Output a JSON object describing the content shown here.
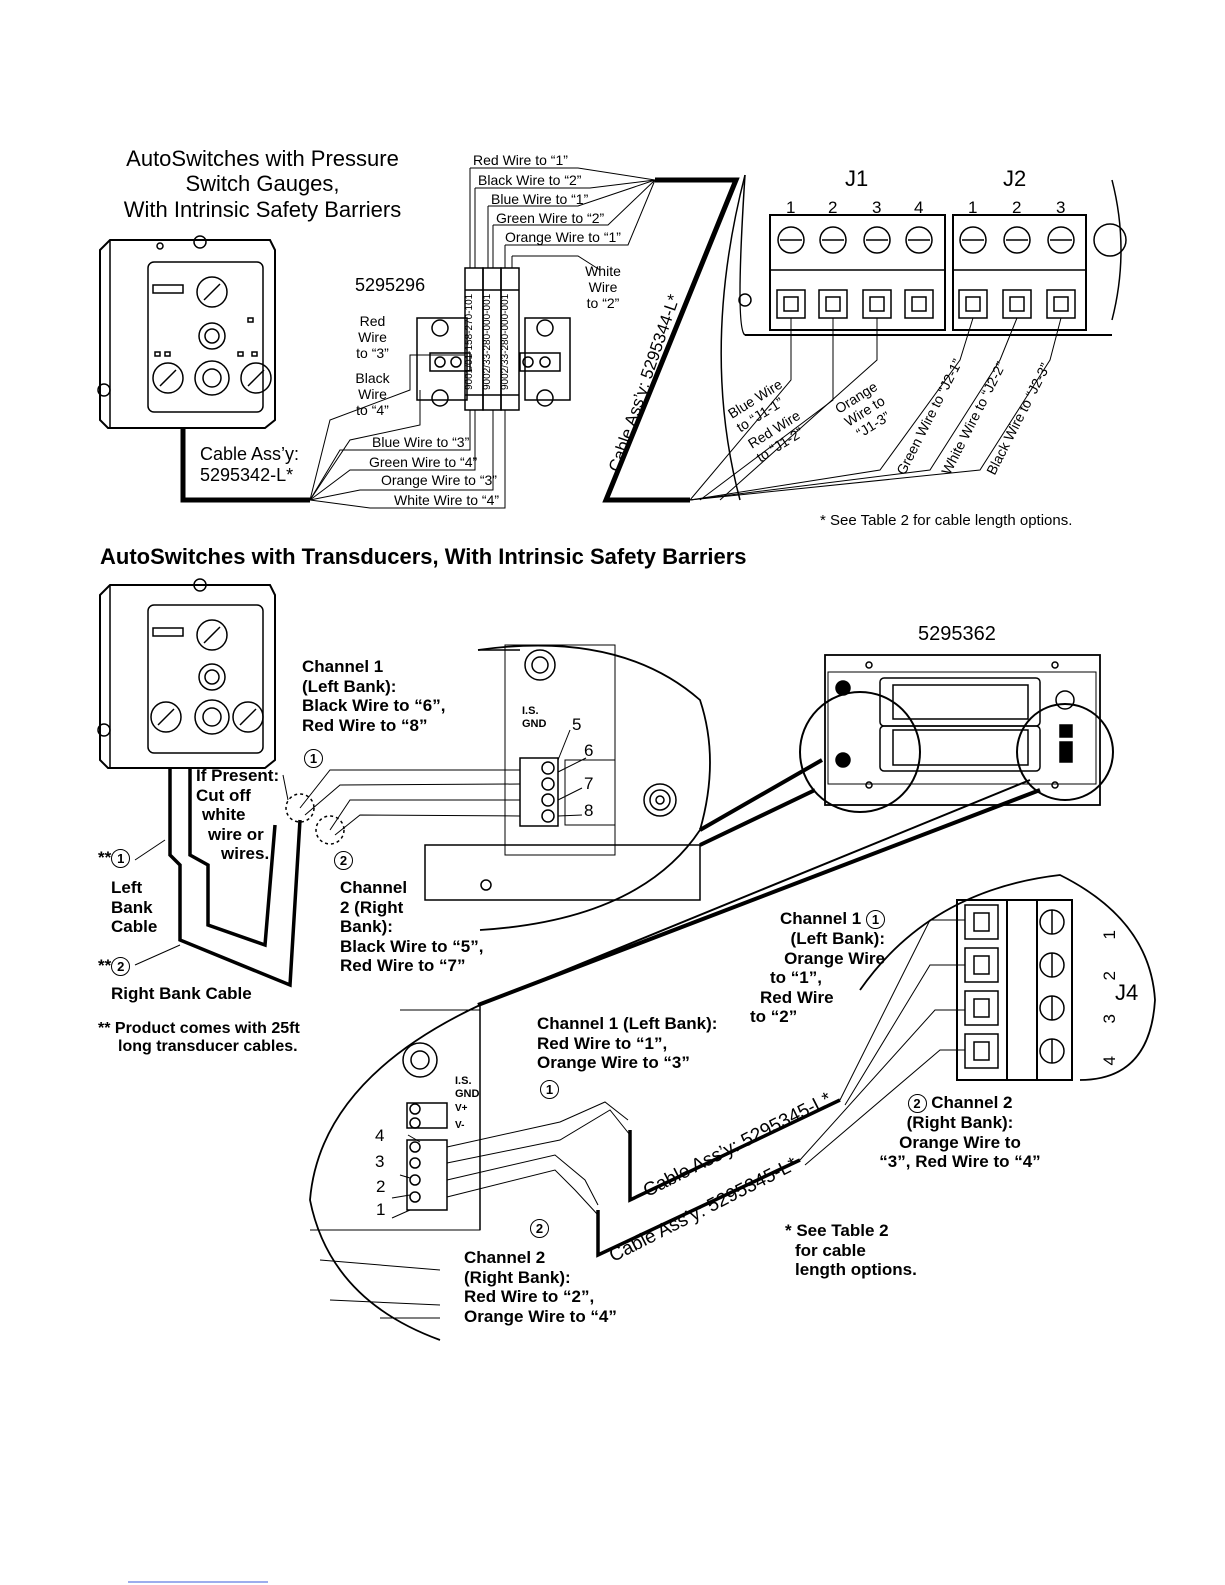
{
  "section1": {
    "title_lines": [
      "AutoSwitches with Pressure",
      "Switch Gauges,",
      "With Intrinsic Safety Barriers"
    ],
    "barrier_part": "5295296",
    "barrier_labels": [
      "9001/01-158-270-101",
      "9002/33-280-000-001",
      "9002/33-280-000-001"
    ],
    "top_wires": [
      "Red Wire to “1”",
      "Black Wire to “2”",
      "Blue Wire to “1”",
      "Green Wire to “2”",
      "Orange Wire to “1”"
    ],
    "white_wire": [
      "White",
      "Wire",
      "to “2”"
    ],
    "red_wire_3": [
      "Red",
      "Wire",
      "to “3”"
    ],
    "black_wire_4": [
      "Black",
      "Wire",
      "to “4”"
    ],
    "bottom_wires": [
      "Blue Wire to “3”",
      "Green Wire to “4”",
      "Orange Wire to “3”",
      "White Wire to “4”"
    ],
    "cable_left": [
      "Cable Ass’y:",
      "5295342-L*"
    ],
    "cable_right": "Cable Ass’y: 5295344-L*",
    "j1_label": "J1",
    "j2_label": "J2",
    "j1_pins": [
      "1",
      "2",
      "3",
      "4"
    ],
    "j2_pins": [
      "1",
      "2",
      "3"
    ],
    "terminal_wires": [
      [
        "Blue Wire",
        "to “J1-1”"
      ],
      [
        "Red Wire",
        "to “J1-2”"
      ],
      [
        "Orange",
        "Wire to",
        "“J1-3”"
      ],
      [
        "Green Wire to “J2-1”"
      ],
      [
        "White Wire to “J2-2”"
      ],
      [
        "Black Wire to “J2-3”"
      ]
    ],
    "note": "* See Table 2 for cable length options."
  },
  "section2": {
    "title": "AutoSwitches with Transducers, With Intrinsic Safety Barriers",
    "part_number": "5295362",
    "ch1_upper": [
      "Channel 1",
      "(Left Bank):",
      "Black Wire to “6”,",
      "Red Wire to “8”"
    ],
    "ch2_upper": [
      "Channel",
      "2 (Right",
      "Bank):",
      "Black Wire to “5”,",
      "Red Wire to “7”"
    ],
    "if_present": [
      "If Present:",
      "Cut off",
      "white",
      "wire or",
      "wires."
    ],
    "left_bank": [
      "Left",
      "Bank",
      "Cable"
    ],
    "right_bank": "Right Bank Cable",
    "product_note": [
      "** Product comes with 25ft",
      "long transducer cables."
    ],
    "circle1": "1",
    "circle2": "2",
    "stars": "**",
    "is_gnd": [
      "I.S.",
      "GND"
    ],
    "upper_terms": [
      "5",
      "6",
      "7",
      "8"
    ],
    "lower_terms": [
      "4",
      "3",
      "2",
      "1"
    ],
    "v_labels": [
      "V+",
      "V-"
    ],
    "ch1_lower": [
      "Channel 1 (Left Bank):",
      "Red Wire to “1”,",
      "Orange Wire to “3”"
    ],
    "ch2_lower": [
      "Channel 2",
      "(Right Bank):",
      "Red Wire to “2”,",
      "Orange Wire to “4”"
    ],
    "cable_a": "Cable Ass’y: 5295345-L*",
    "cable_b": "Cable Ass’y: 5295345-L*",
    "j4_ch1": [
      "Channel 1",
      "(Left Bank):",
      "Orange Wire",
      "to “1”,",
      "Red Wire",
      "to “2”"
    ],
    "j4_ch2": [
      "Channel 2",
      "(Right Bank):",
      "Orange Wire to",
      "“3”, Red Wire to “4”"
    ],
    "j4_label": "J4",
    "j4_pins": [
      "1",
      "2",
      "3",
      "4"
    ],
    "note": [
      "* See Table 2",
      "for cable",
      "length options."
    ]
  }
}
